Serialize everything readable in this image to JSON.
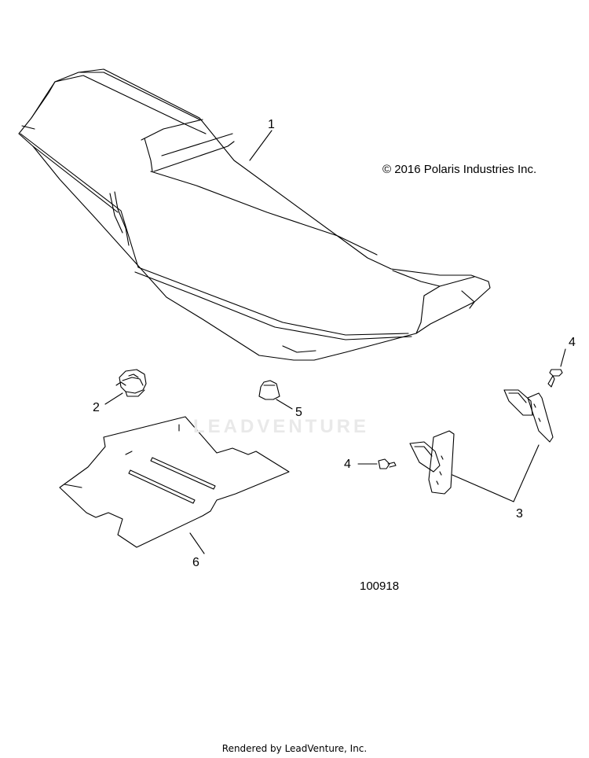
{
  "copyright": "© 2016 Polaris Industries Inc.",
  "drawing_number": "100918",
  "watermark": "LEADVENTURE",
  "footer": "Rendered by LeadVenture, Inc.",
  "callouts": {
    "seat": "1",
    "latch": "2",
    "bracket": "3",
    "bolt_upper": "4",
    "bolt_lower": "4",
    "bumper": "5",
    "pad": "6"
  }
}
